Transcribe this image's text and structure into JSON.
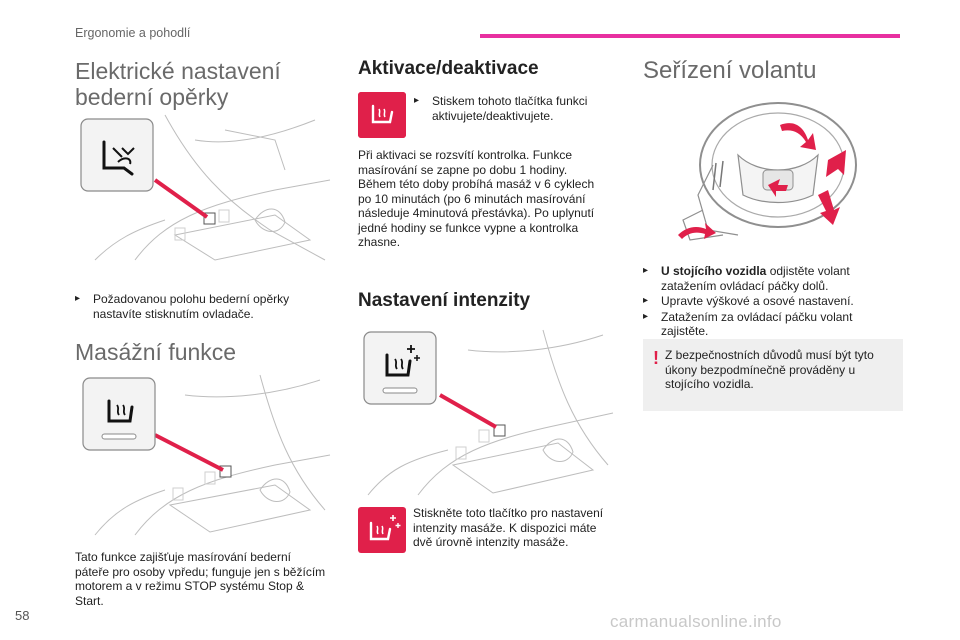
{
  "header": {
    "section_title": "Ergonomie a pohodlí",
    "accent": "#e830a0"
  },
  "col1": {
    "title_line1": "Elektrické nastavení",
    "title_line2": "bederní opěrky",
    "bullet1": "Požadovanou polohu bederní opěrky nastavíte stisknutím ovladače.",
    "massage_title": "Masážní funkce",
    "massage_text": "Tato funkce zajišťuje masírování bederní páteře pro osoby vpředu; funguje jen s běžícím motorem a v režimu STOP systému Stop & Start."
  },
  "col2": {
    "activation_title": "Aktivace/deaktivace",
    "activation_bullet": "Stiskem tohoto tlačítka funkci aktivujete/deaktivujete.",
    "activation_text": "Při aktivaci se rozsvítí kontrolka. Funkce masírování se zapne po dobu 1 hodiny. Během této doby probíhá masáž v 6 cyklech po 10 minutách (po 6 minutách masírování následuje 4minutová přestávka). Po uplynutí jedné hodiny se funkce vypne a kontrolka zhasne.",
    "intensity_title": "Nastavení intenzity",
    "intensity_text": "Stiskněte toto tlačítko pro nastavení intenzity masáže. K dispozici máte dvě úrovně intenzity masáže."
  },
  "col3": {
    "title": "Seřízení volantu",
    "bullets": [
      {
        "bold": "U stojícího vozidla",
        "rest": " odjistěte volant zatažením ovládací páčky dolů."
      },
      {
        "bold": "",
        "rest": "Upravte výškové a osové nastavení."
      },
      {
        "bold": "",
        "rest": "Zatažením za ovládací páčku volant zajistěte."
      }
    ],
    "warning": "Z bezpečnostních důvodů musí být tyto úkony bezpodmínečně prováděny u stojícího vozidla.",
    "warning_mark": "!"
  },
  "footer": {
    "page_number": "58",
    "watermark": "carmanualsonline.info"
  },
  "colors": {
    "accent_red": "#e0204a",
    "pointer_red": "#e0204a",
    "warning_bg": "#efefef"
  },
  "bullet_glyph": "",
  "icons": [
    "lumbar-seat-icon",
    "massage-seat-icon",
    "massage-intensity-icon",
    "warning-icon"
  ]
}
